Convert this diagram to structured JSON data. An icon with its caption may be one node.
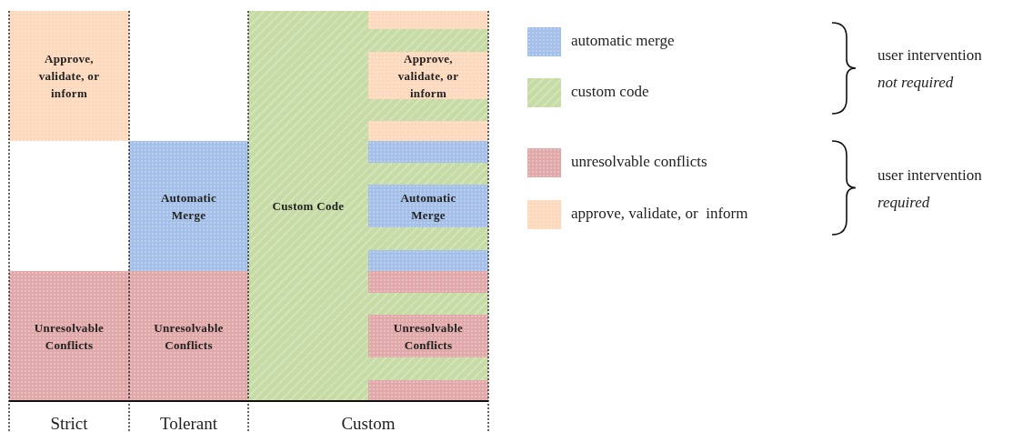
{
  "diagram": {
    "nodes": [
      {
        "text": [
          "Approve, validate, or inform"
        ]
      },
      {
        "text": [
          "Unresolvable Conflicts"
        ]
      },
      {
        "text": [
          "Automatic Merge"
        ]
      },
      {
        "text": [
          "Unresolvable Conflicts"
        ]
      },
      {
        "text": [
          "Custom Code"
        ]
      },
      {
        "text": [],
        "shape": "box",
        "in": 4
      },
      {
        "text": [
          "Approve, validate, or inform"
        ],
        "in": 4
      },
      {
        "text": [],
        "shape": "box",
        "in": 4
      },
      {
        "text": [],
        "shape": "box",
        "in": 4
      },
      {
        "text": [
          "Automatic Merge"
        ],
        "in": 4
      },
      {
        "text": [],
        "shape": "box",
        "in": 4
      },
      {
        "text": [],
        "shape": "box",
        "in": 4
      },
      {
        "text": [
          "Unresolvable Conflicts"
        ],
        "in": 4
      },
      {
        "text": [],
        "shape": "box",
        "in": 4
      }
    ],
    "edges": [],
    "labels": [
      "Strict",
      "Tolerant",
      "Custom",
      "user intervention *not required*",
      "user intervention *required*"
    ],
    "legend": [
      {
        "text": "automatic merge",
        "color": "#a4c0e8"
      },
      {
        "text": "custom code",
        "color": "#c6dba5"
      },
      {
        "text": "unresolvable conflicts",
        "color": "#e0a8a8"
      },
      {
        "text": "approve, validate, or  inform",
        "color": "#fcd9bd"
      }
    ]
  }
}
